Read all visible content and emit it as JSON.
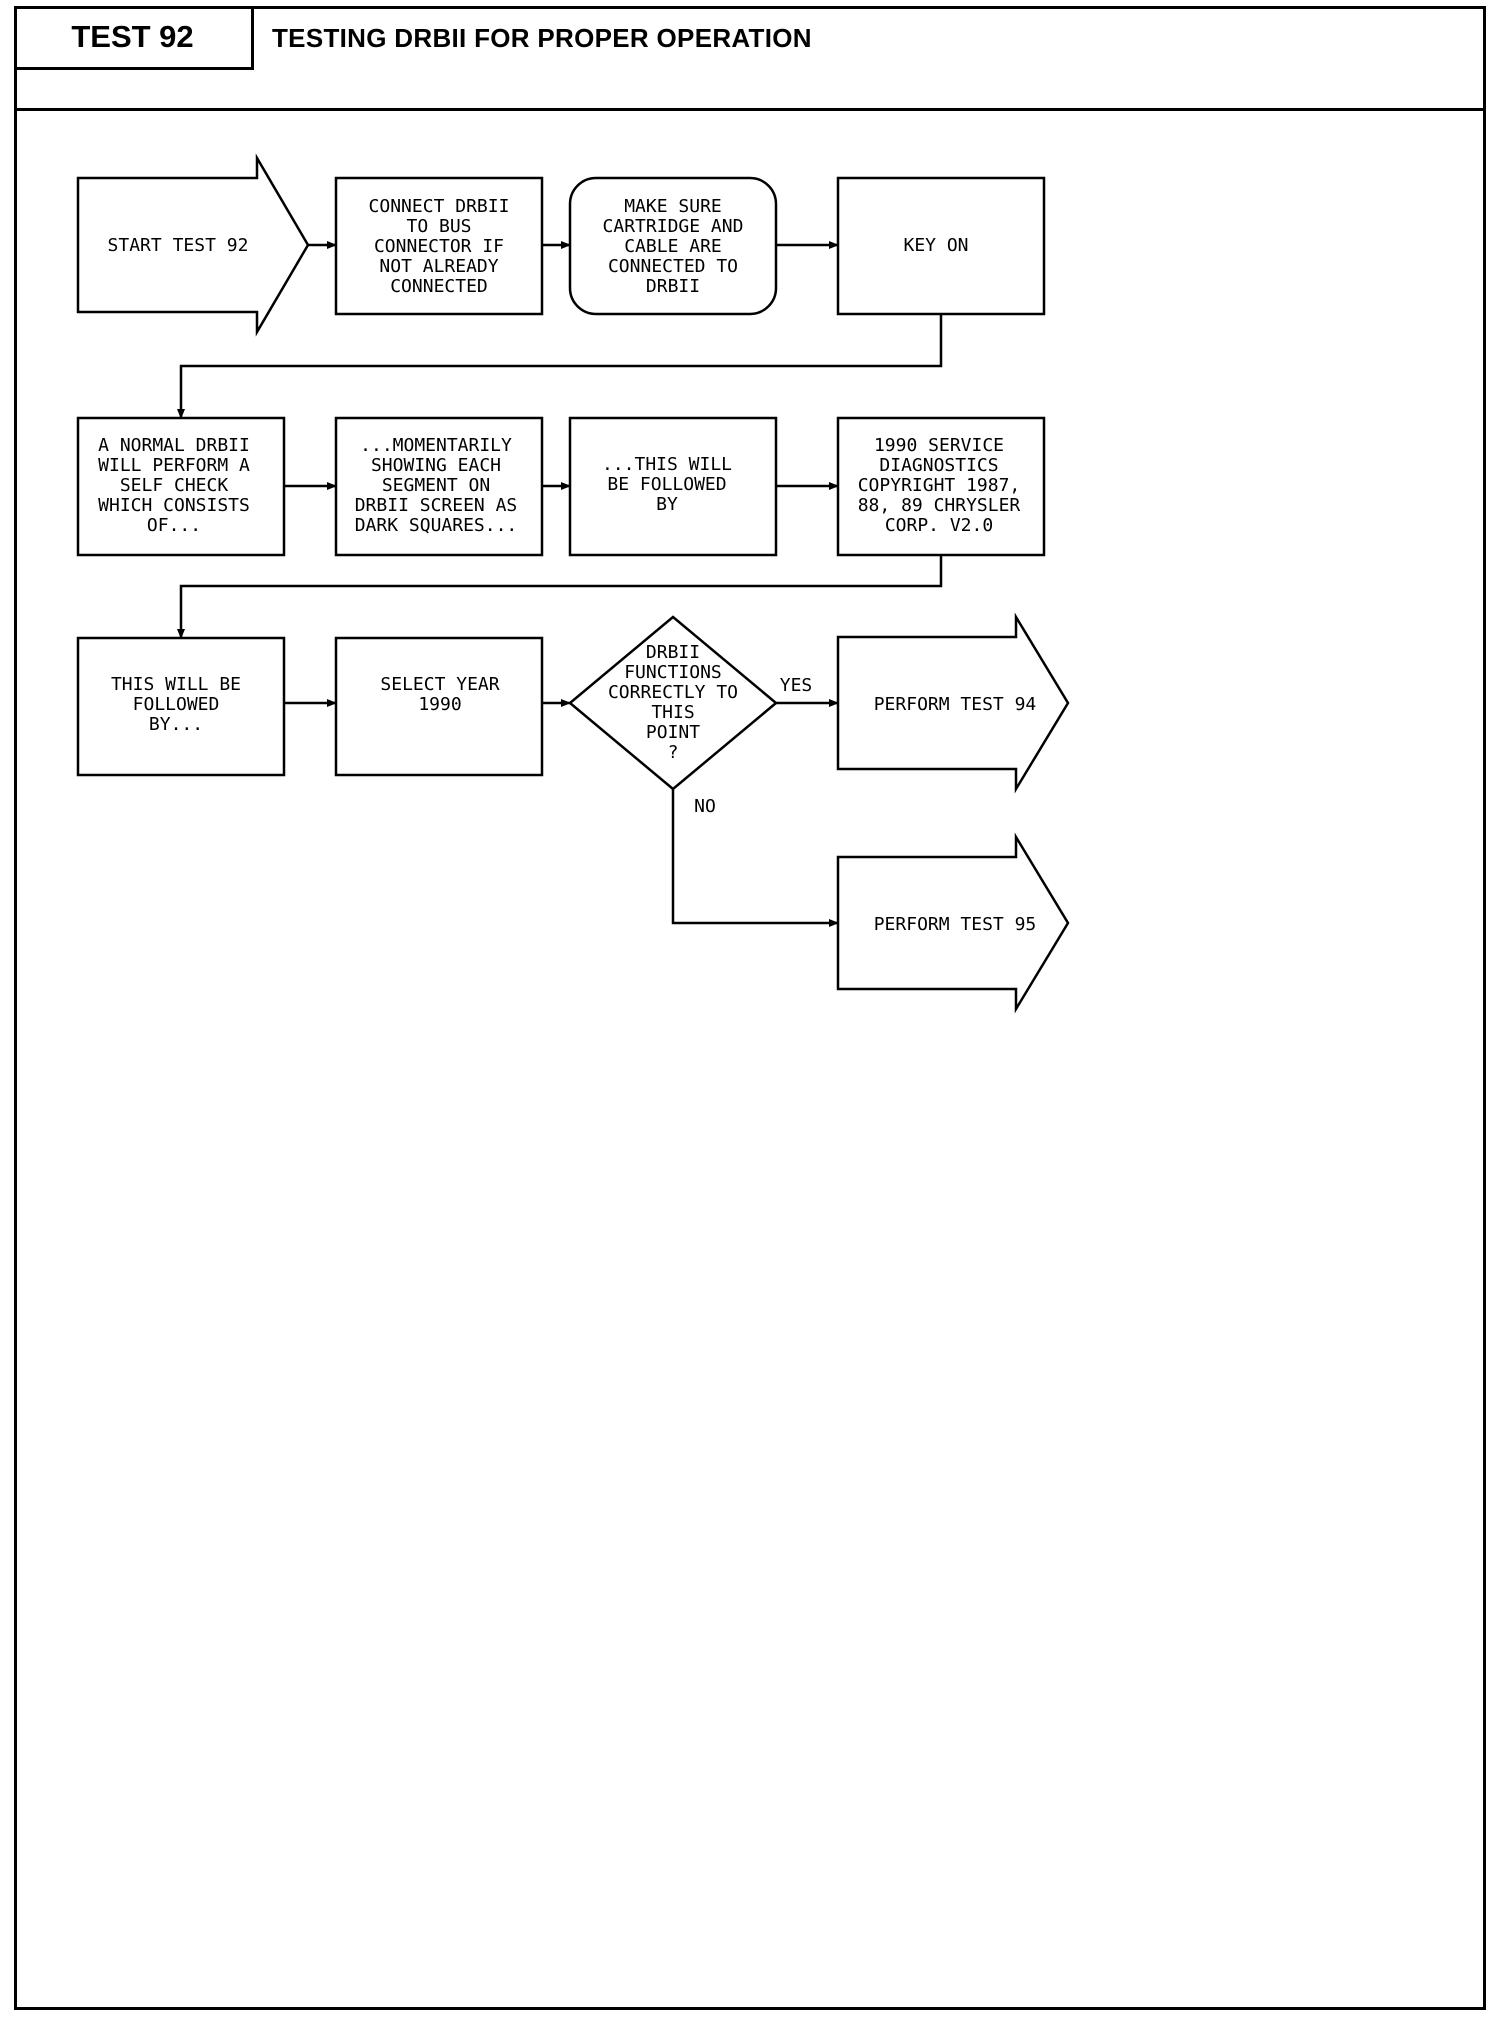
{
  "header": {
    "test_number": "TEST 92",
    "title": "TESTING DRBII FOR PROPER OPERATION"
  },
  "colors": {
    "ink": "#000000",
    "paper": "#ffffff"
  },
  "diagram": {
    "nodes": {
      "start": [
        "START TEST 92"
      ],
      "connect": [
        "CONNECT DRBII",
        "TO BUS",
        "CONNECTOR IF",
        "NOT ALREADY",
        "CONNECTED"
      ],
      "make_sure": [
        "MAKE SURE",
        "CARTRIDGE AND",
        "CABLE ARE",
        "CONNECTED TO",
        "DRBII"
      ],
      "key_on": [
        "KEY ON"
      ],
      "normal": [
        "A NORMAL DRBII",
        "WILL PERFORM A",
        "SELF CHECK",
        "WHICH CONSISTS",
        "OF..."
      ],
      "momentarily": [
        "...MOMENTARILY",
        "SHOWING EACH",
        "SEGMENT ON",
        "DRBII SCREEN AS",
        "DARK SQUARES..."
      ],
      "this_will": [
        "...THIS WILL",
        "BE FOLLOWED",
        "BY"
      ],
      "service": [
        "1990 SERVICE",
        "DIAGNOSTICS",
        "COPYRIGHT 1987,",
        "88, 89 CHRYSLER",
        "CORP. V2.0"
      ],
      "followed": [
        "THIS WILL BE",
        "FOLLOWED",
        "BY..."
      ],
      "select_year": [
        "SELECT YEAR",
        "1990"
      ],
      "decision": [
        "DRBII",
        "FUNCTIONS",
        "CORRECTLY TO",
        "THIS",
        "POINT",
        "?"
      ],
      "test94": [
        "PERFORM TEST 94"
      ],
      "test95": [
        "PERFORM TEST 95"
      ]
    },
    "edge_labels": {
      "yes": "YES",
      "no": "NO"
    }
  }
}
